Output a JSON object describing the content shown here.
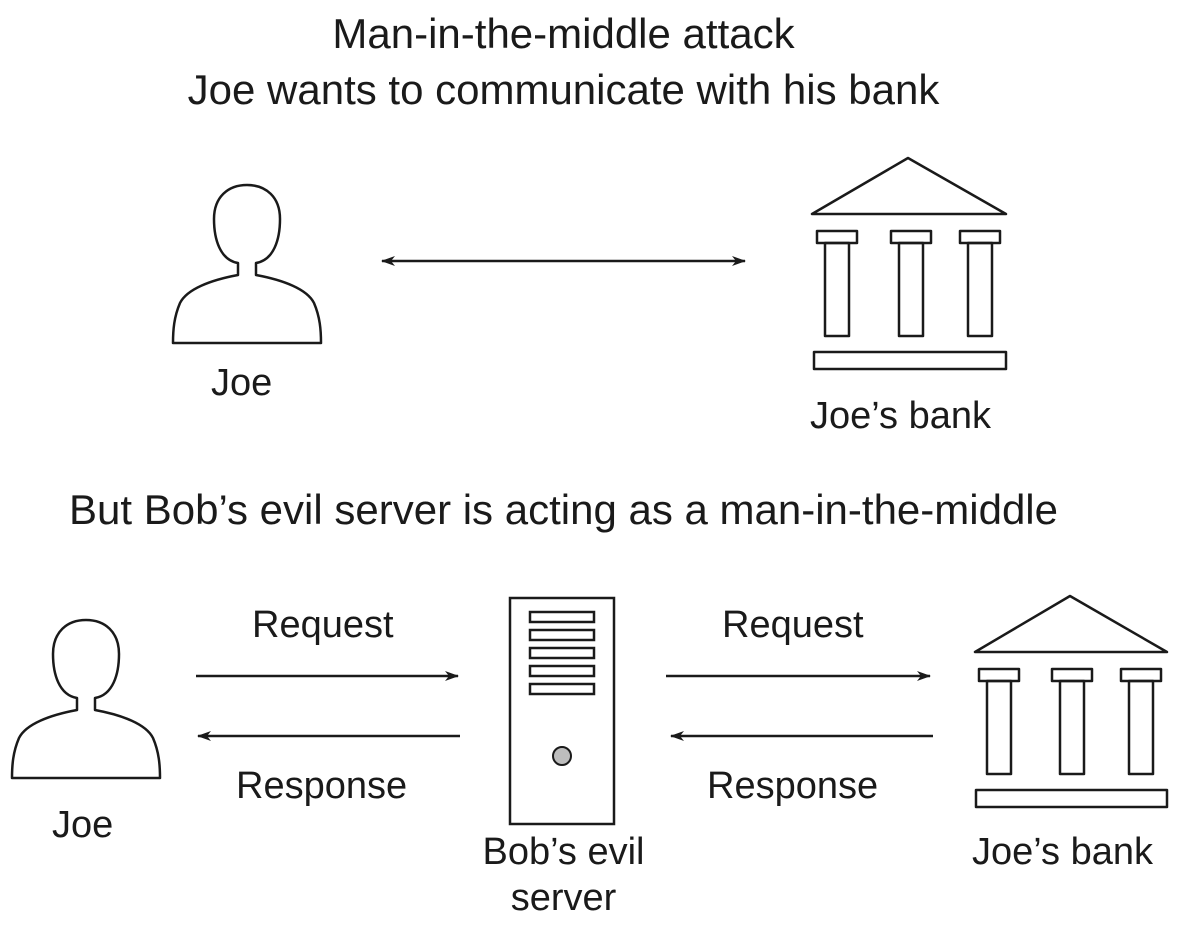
{
  "title": "Man-in-the-middle attack",
  "scenario_1": {
    "caption": "Joe wants to communicate with his bank",
    "client_label": "Joe",
    "bank_label": "Joe’s bank"
  },
  "scenario_2": {
    "caption": "But Bob’s evil server is acting as a man-in-the-middle",
    "client_label": "Joe",
    "server_label_line1": "Bob’s evil",
    "server_label_line2": "server",
    "bank_label": "Joe’s bank",
    "left_request_label": "Request",
    "left_response_label": "Response",
    "right_request_label": "Request",
    "right_response_label": "Response"
  },
  "icons": {
    "person": "person-silhouette-icon",
    "bank": "bank-building-icon",
    "server": "server-tower-icon"
  },
  "colors": {
    "stroke": "#1a1a1a",
    "server_led": "#bdbdbd"
  }
}
